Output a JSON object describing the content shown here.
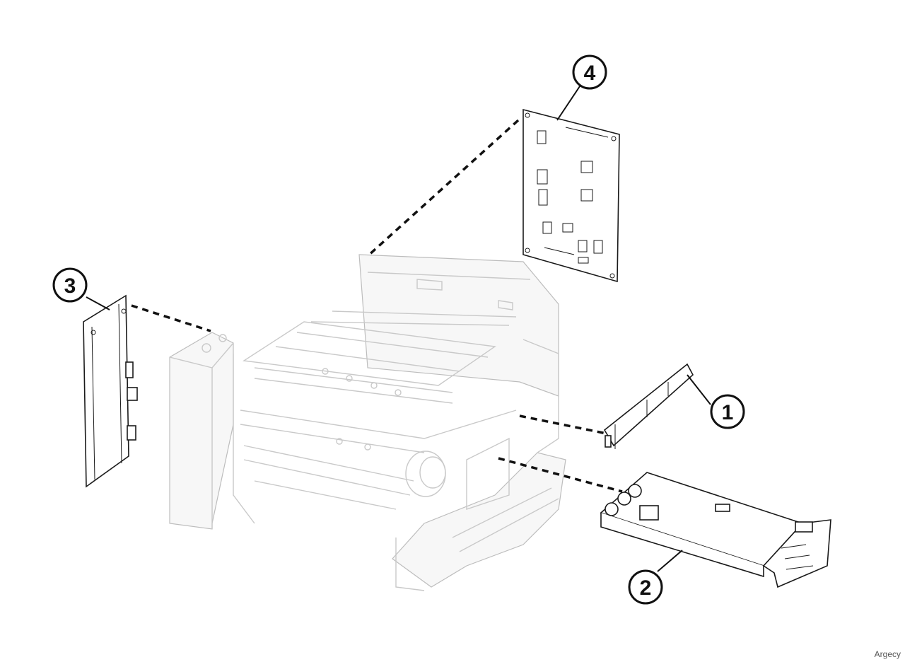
{
  "callouts": [
    {
      "id": "1",
      "label": "1"
    },
    {
      "id": "2",
      "label": "2"
    },
    {
      "id": "3",
      "label": "3"
    },
    {
      "id": "4",
      "label": "4"
    }
  ],
  "watermark": "Argecy"
}
